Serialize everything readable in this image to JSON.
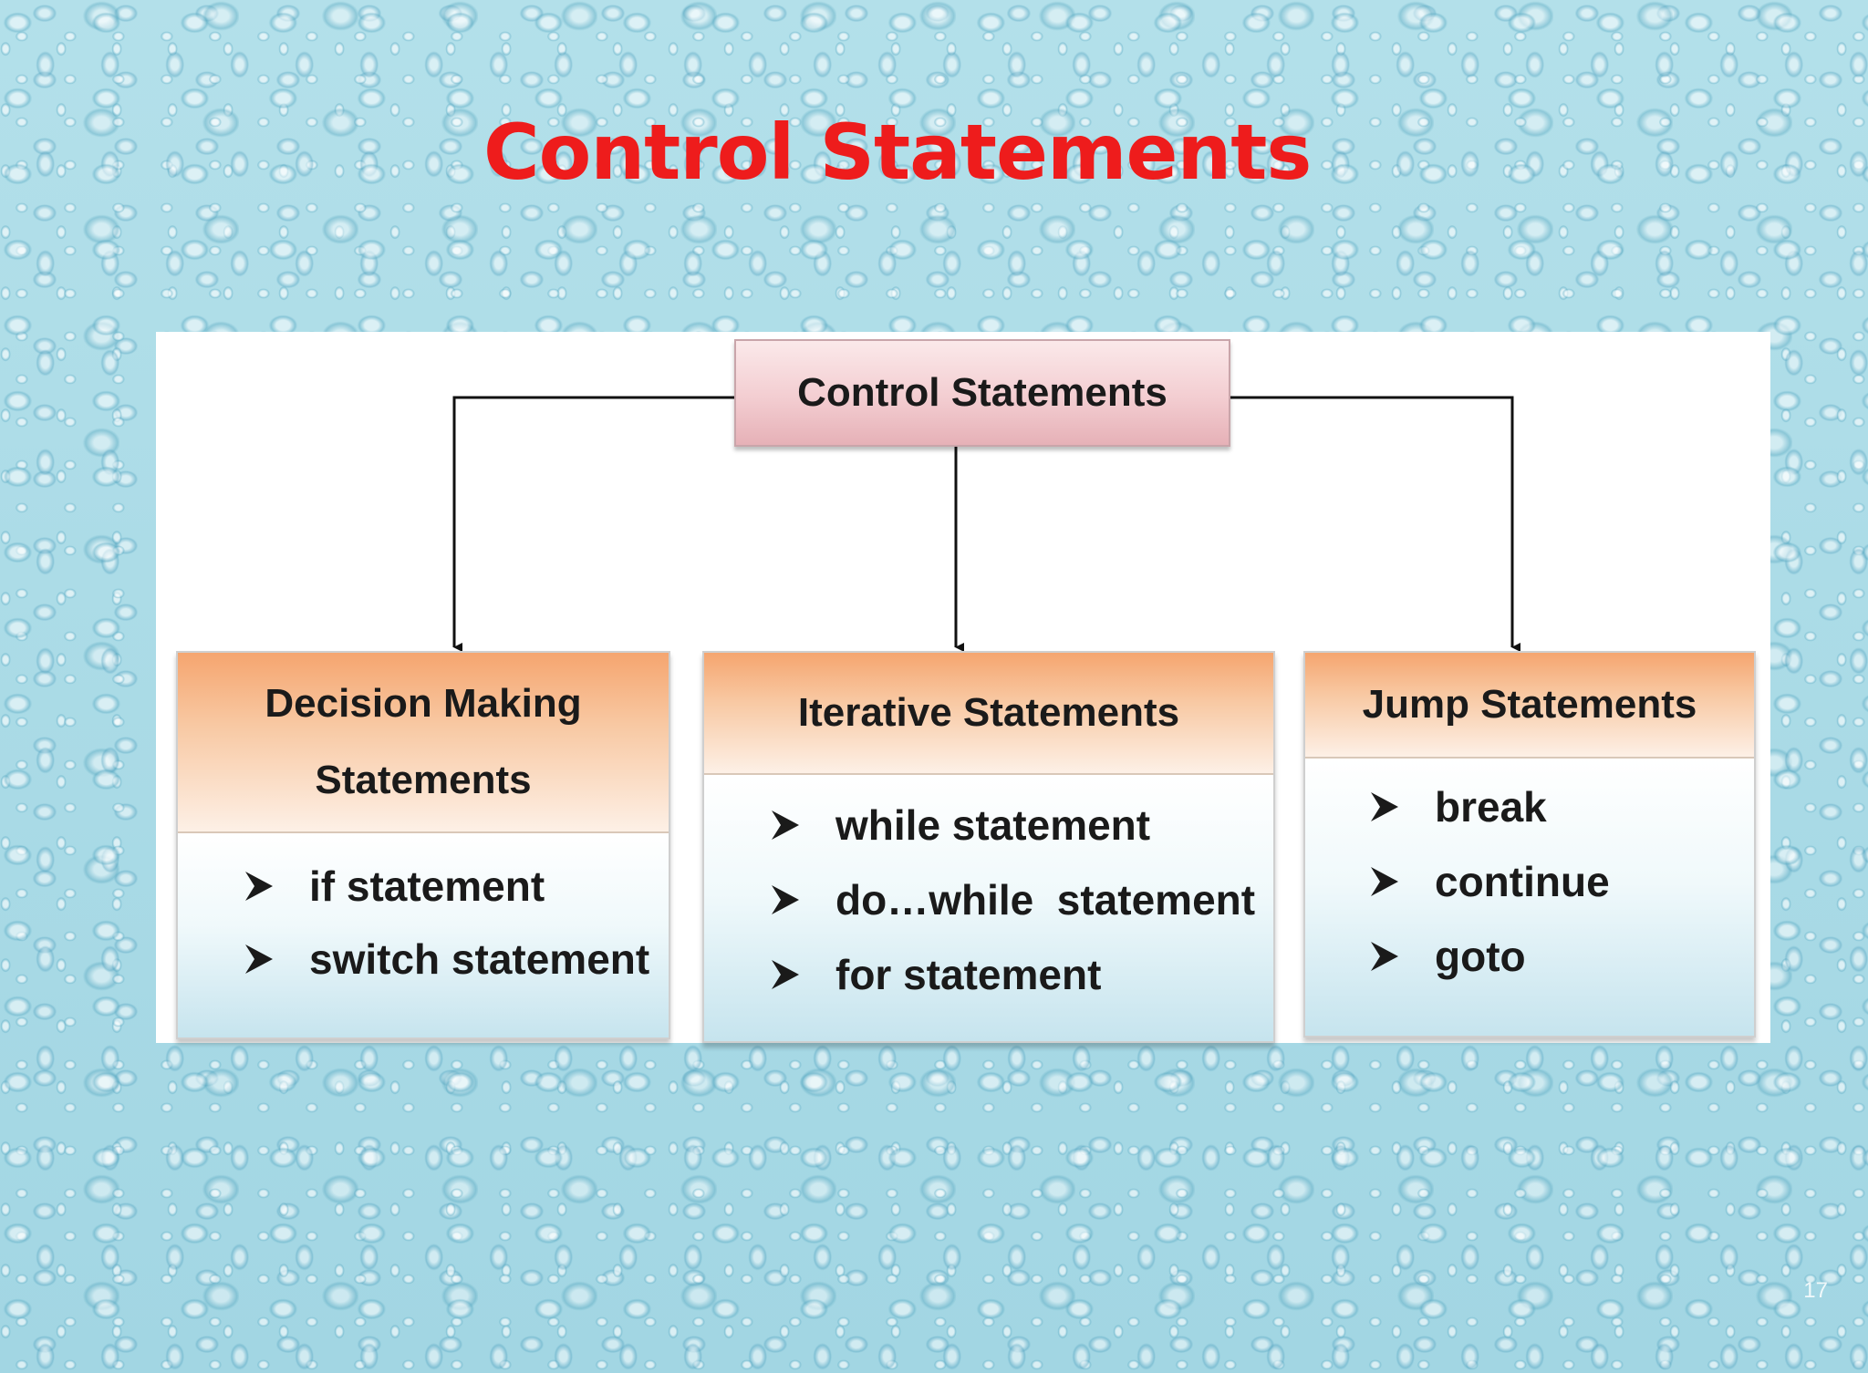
{
  "slide": {
    "title": "Control Statements",
    "page_number": "17"
  },
  "diagram": {
    "root": "Control Statements",
    "categories": [
      {
        "heading_lines": [
          "Decision Making",
          "Statements"
        ],
        "items": [
          "if statement",
          "switch statement"
        ]
      },
      {
        "heading_lines": [
          "Iterative Statements"
        ],
        "items": [
          "while statement",
          "do…while  statement",
          "for statement"
        ]
      },
      {
        "heading_lines": [
          "Jump Statements"
        ],
        "items": [
          "break",
          "continue",
          "goto"
        ]
      }
    ]
  },
  "colors": {
    "title": "#ee1c1c",
    "root_box": "#f3cdd1",
    "category_header": "#f8c8a2",
    "category_body": "#c6e4ee",
    "connector": "#111111",
    "background": "#a9dbe7"
  }
}
